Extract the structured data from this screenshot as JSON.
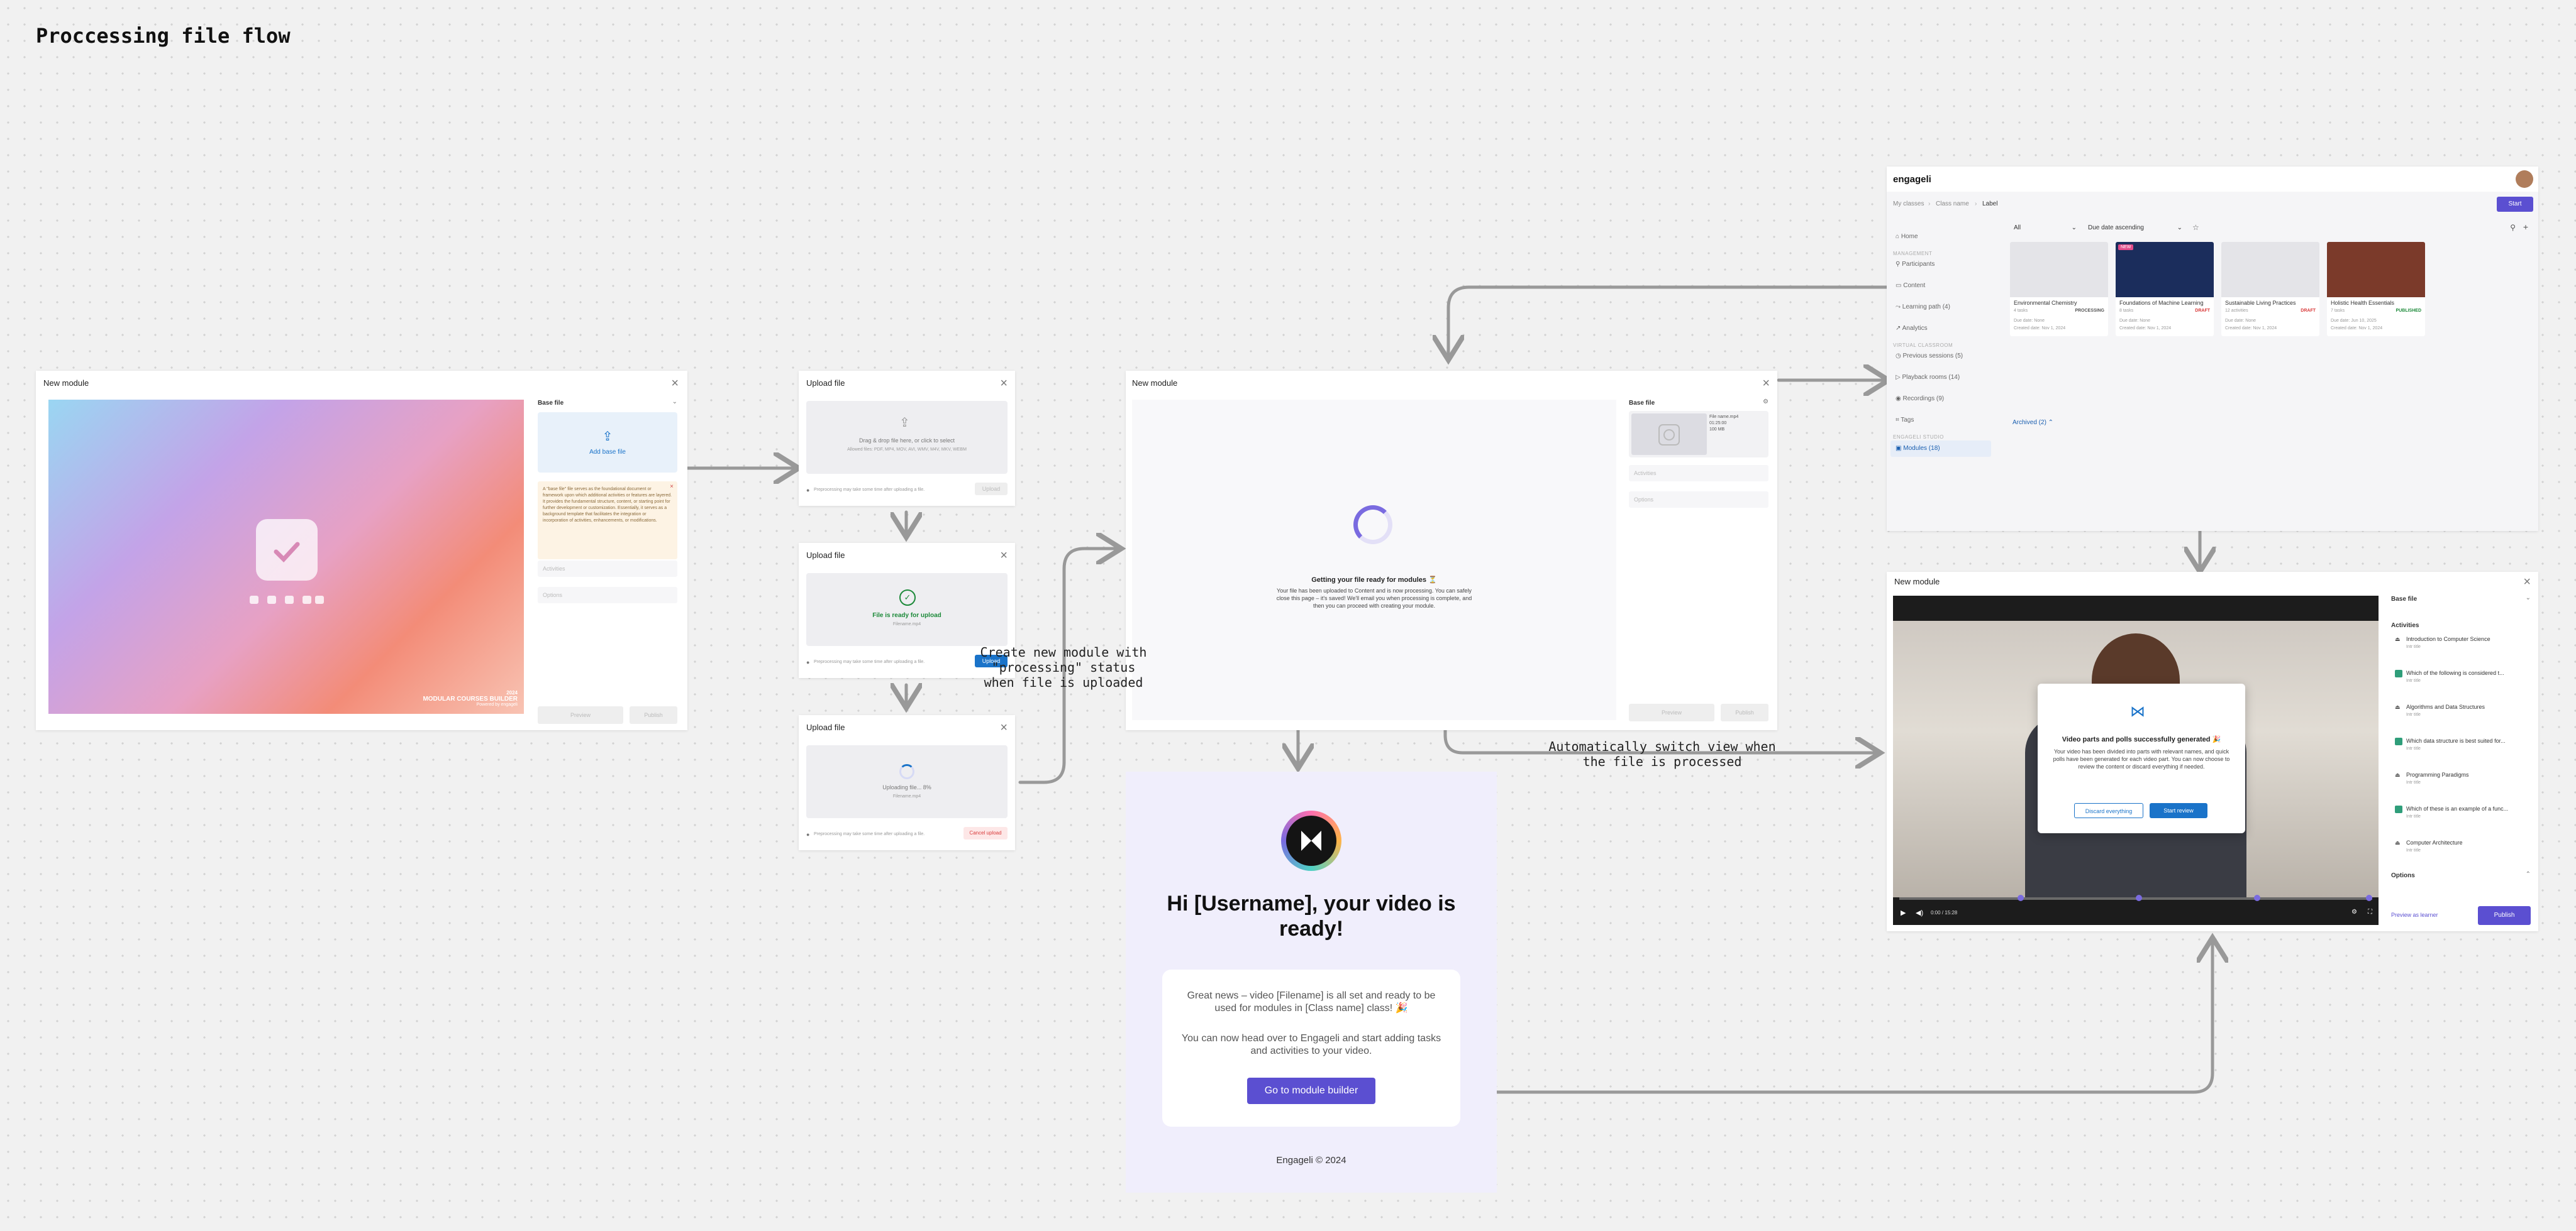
{
  "title": "Proccessing file flow",
  "annotations": {
    "create_module": "Create new module with \"processing\" status when file is uploaded",
    "auto_switch": "Automatically switch view when the file is processed"
  },
  "screen1": {
    "title": "New module",
    "base_file_label": "Base file",
    "add_base_file": "Add base file",
    "info_text": "A \"base file\" file serves as the foundational document or framework upon which additional activities or features are layered. It provides the fundamental structure, content, or starting point for further development or customization. Essentially, it serves as a background template that facilitates the integration or incorporation of activities, enhancements, or modifications.",
    "activities_label": "Activities",
    "options_label": "Options",
    "preview_label": "Preview",
    "publish_label": "Publish",
    "brand_year": "2024",
    "brand_name": "MODULAR COURSES BUILDER",
    "brand_powered": "Powered by engageli"
  },
  "upload1": {
    "title": "Upload file",
    "drop_text": "Drag & drop file here, or click to select",
    "formats": "Allowed files: PDF, MP4, MOV, AVI, WMV, M4V, MKV, WEBM",
    "note": "Preprocessing may take some time after uploading a file.",
    "button": "Upload"
  },
  "upload2": {
    "title": "Upload file",
    "status": "File is ready for upload",
    "filename": "Filename.mp4",
    "note": "Preprocessing may take some time after uploading a file.",
    "button": "Upload"
  },
  "upload3": {
    "title": "Upload file",
    "status": "Uploading file... 8%",
    "filename": "Filename.mp4",
    "note": "Preprocessing may take some time after uploading a file.",
    "button": "Cancel upload"
  },
  "screen2": {
    "title": "New module",
    "processing_title": "Getting your file ready for modules ⏳",
    "processing_text": "Your file has been uploaded to Content and is now processing. You can safely close this page – it's saved! We'll email you when processing is complete, and then you can proceed with creating your module.",
    "base_file_label": "Base file",
    "file_name": "File name.mp4",
    "file_time": "01:25:00",
    "file_size": "100 MB",
    "activities_label": "Activities",
    "options_label": "Options",
    "preview_label": "Preview",
    "publish_label": "Publish"
  },
  "email": {
    "greeting": "Hi [Username], your video is ready!",
    "line1": "Great news – video [Filename] is all set and ready to be used for modules in [Class name] class! 🎉",
    "line2": "You can now head over to Engageli and start adding tasks and activities to your video.",
    "cta": "Go to module builder",
    "footer": "Engageli © 2024"
  },
  "dashboard": {
    "logo": "engageli",
    "breadcrumbs": [
      "My classes",
      "Class name",
      "Label"
    ],
    "start": "Start",
    "nav_home": "Home",
    "sec_management": "MANAGEMENT",
    "nav_participants": "Participants",
    "nav_content": "Content",
    "nav_learning": "Learning path (4)",
    "nav_analytics": "Analytics",
    "sec_virtual": "VIRTUAL CLASSROOM",
    "nav_previous": "Previous sessions (5)",
    "nav_playback": "Playback rooms (14)",
    "nav_recordings": "Recordings (9)",
    "nav_tags": "Tags",
    "sec_studio": "ENGAGELI STUDIO",
    "nav_modules": "Modules (18)",
    "filter_all": "All",
    "sort": "Due date ascending",
    "archived": "Archived (2)",
    "cards": [
      {
        "title": "Environmental Chemistry",
        "meta": "4 tasks",
        "status": "PROCESSING",
        "due": "Due date: None",
        "created": "Created date: Nov 1, 2024"
      },
      {
        "title": "Foundations of Machine Learning",
        "meta": "8 tasks",
        "status": "DRAFT",
        "badge": "NEW",
        "due": "Due date: None",
        "created": "Created date: Nov 1, 2024"
      },
      {
        "title": "Sustainable Living Practices",
        "meta": "12 activities",
        "status": "DRAFT",
        "due": "Due date: None",
        "created": "Created date: Nov 1, 2024"
      },
      {
        "title": "Holistic Health Essentials",
        "meta": "7 tasks",
        "status": "PUBLISHED",
        "due": "Due date: Jun 10, 2025",
        "created": "Created date: Nov 1, 2024"
      }
    ]
  },
  "screen3": {
    "title": "New module",
    "base_file_label": "Base file",
    "dialog_title": "Video parts and polls successfully generated 🎉",
    "dialog_text": "Your video has been divided into parts with relevant names, and quick polls have been generated for each video part. You can now choose to review the content or discard everything if needed.",
    "discard": "Discard everything",
    "review": "Start review",
    "time": "0:00 / 15:28",
    "activities_label": "Activities",
    "activities": [
      {
        "label": "Introduction to Computer Science",
        "sub": "Intr title"
      },
      {
        "label": "Which of the following is considered t...",
        "sub": "Intr title"
      },
      {
        "label": "Algorithms and Data Structures",
        "sub": "Intr title"
      },
      {
        "label": "Which data structure is best suited for...",
        "sub": "Intr title"
      },
      {
        "label": "Programming Paradigms",
        "sub": "Intr title"
      },
      {
        "label": "Which of these is an example of a func...",
        "sub": "Intr title"
      },
      {
        "label": "Computer Architecture",
        "sub": "Intr title"
      }
    ],
    "options_label": "Options",
    "preview_learner": "Preview as learner",
    "publish": "Publish"
  },
  "colors": {
    "accent": "#5b4fd1",
    "blue": "#1a73c9",
    "green": "#1d8a3a",
    "warning_bg": "#fdf3e4",
    "red": "#d93a3a"
  }
}
